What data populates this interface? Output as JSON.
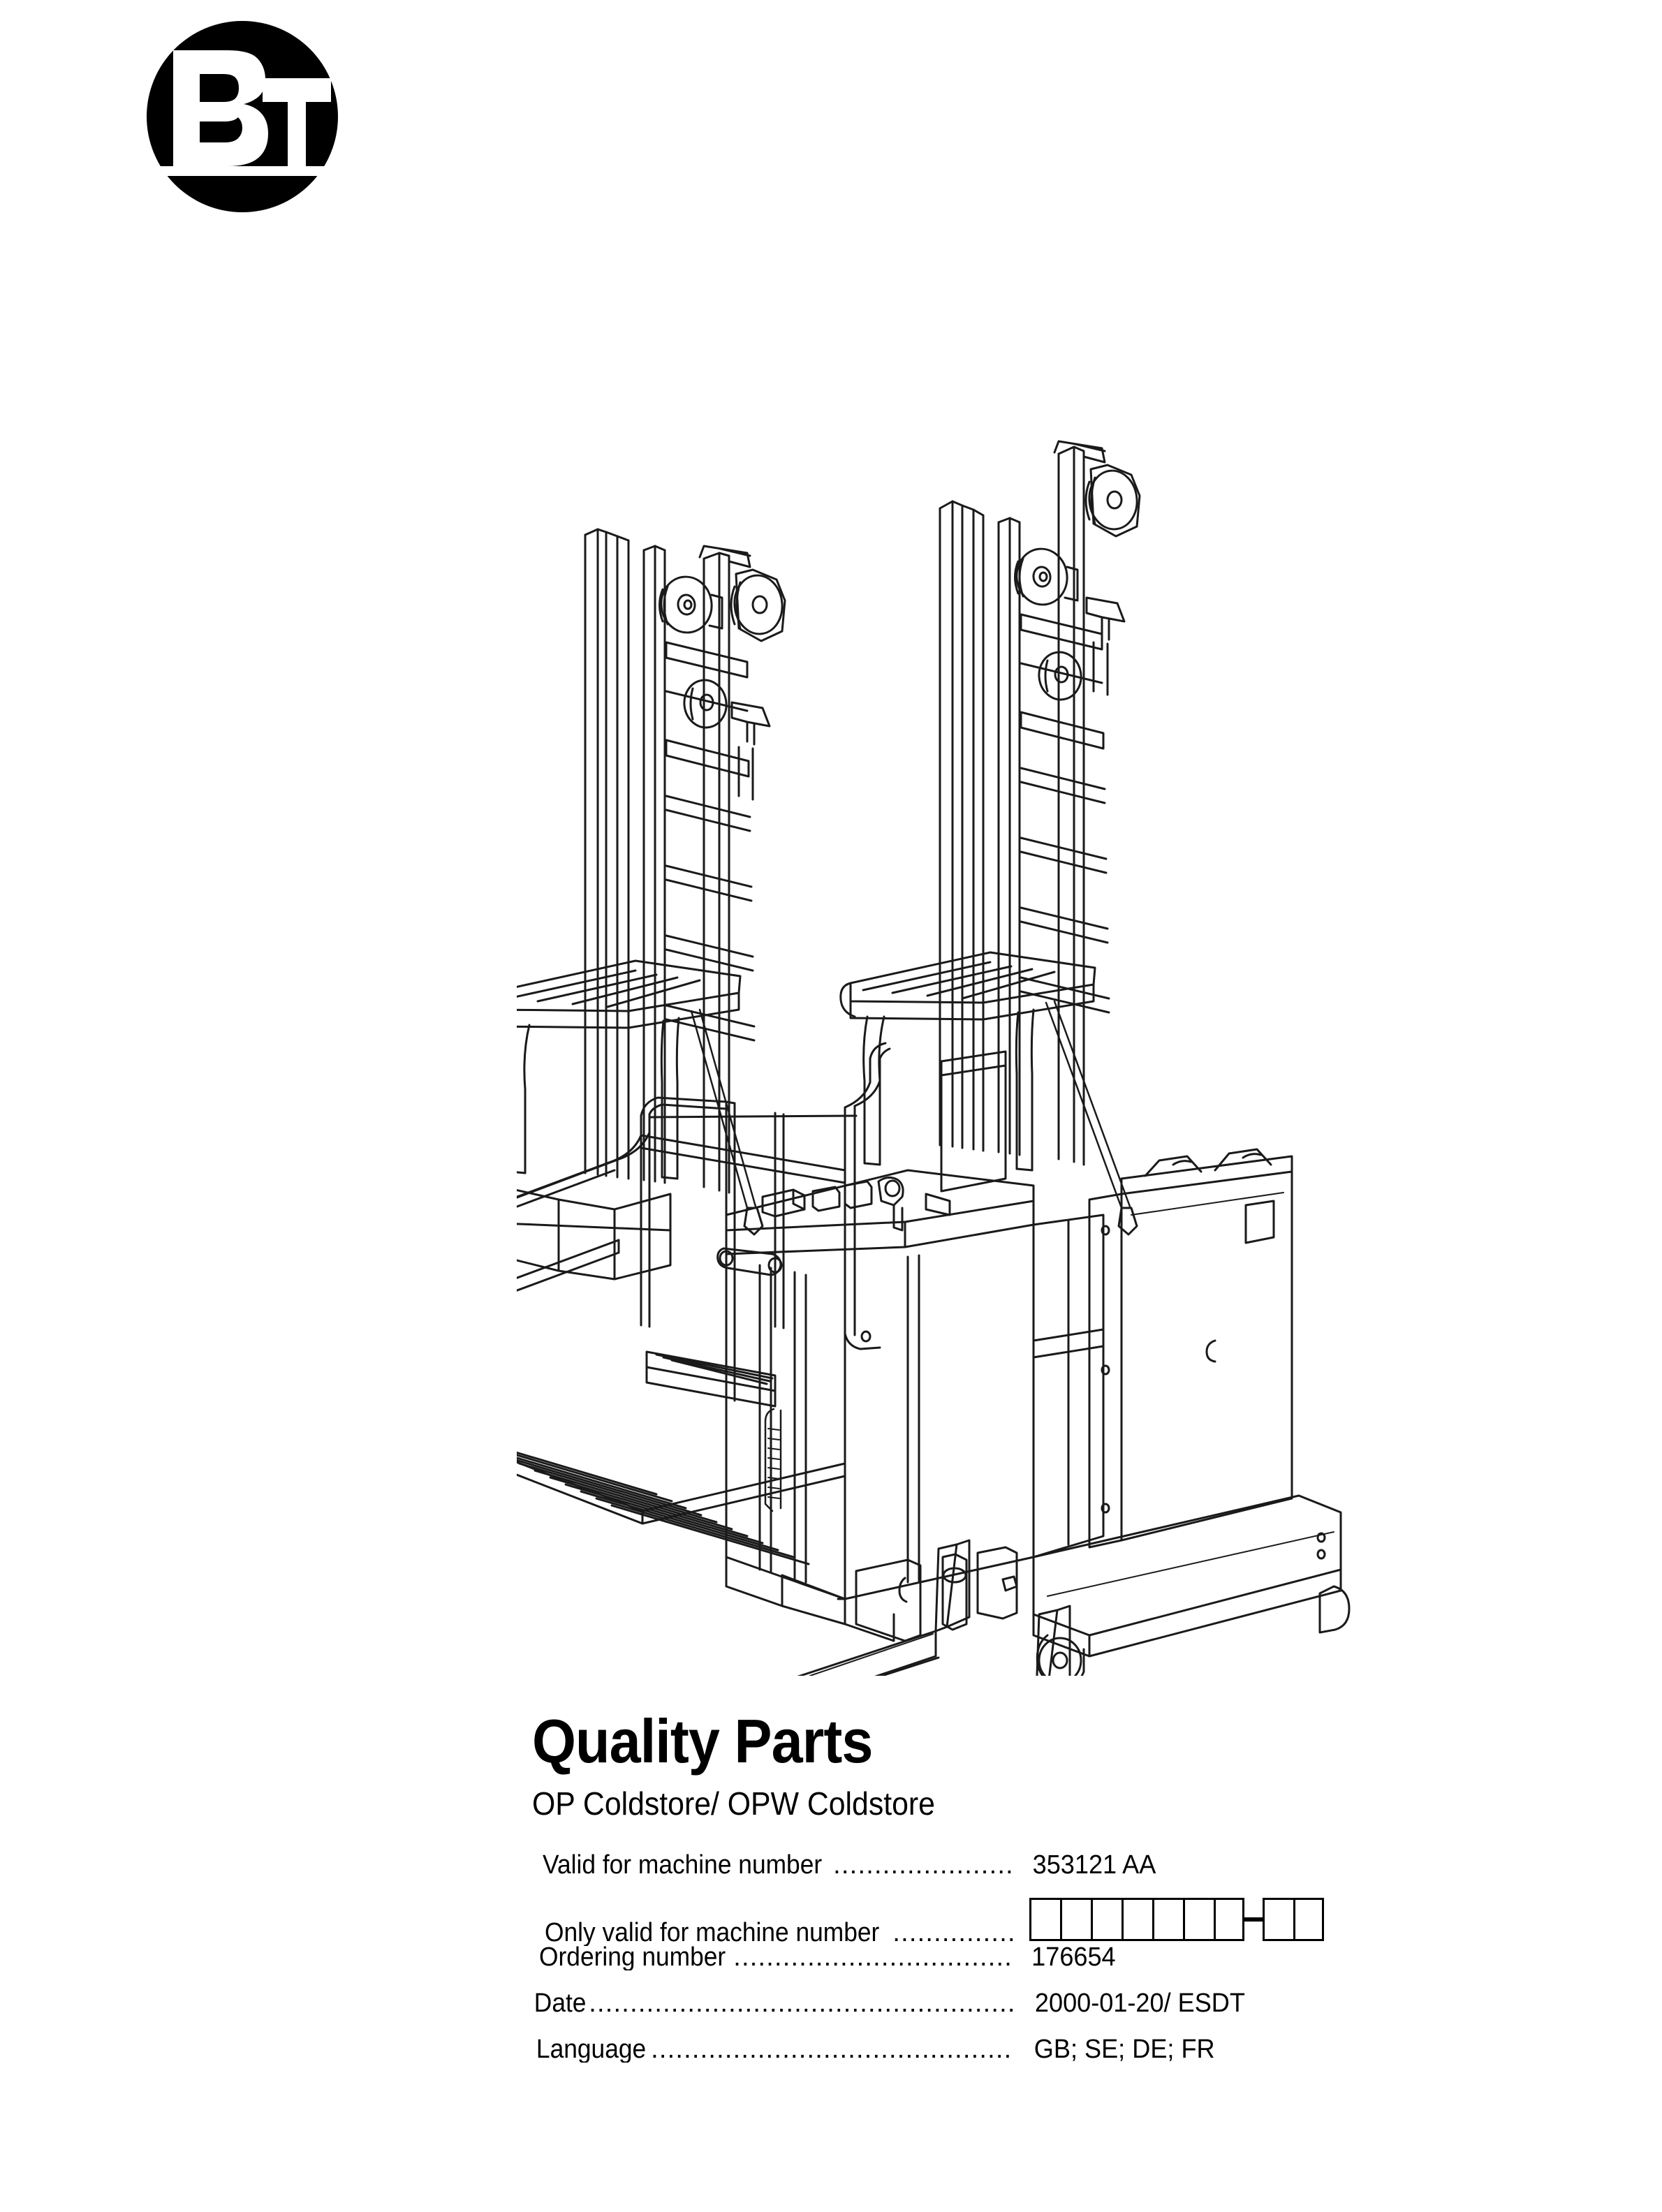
{
  "brand": {
    "logo_name": "bt-logo",
    "logo_letters": "BT",
    "logo_color": "#000000"
  },
  "illustration": {
    "name": "order-picker-forklift-line-drawing",
    "description": "Technical line drawing of two OP/OPW Coldstore order picker trucks with masts, overhead guards, safety cage platform and forks",
    "line_color": "#1a1a1a"
  },
  "title_block": {
    "title": "Quality Parts",
    "subtitle": "OP Coldstore/ OPW Coldstore",
    "rows": [
      {
        "label": "Valid for machine number",
        "leader": "....................................................................",
        "value": "353121 AA",
        "type": "text",
        "name": "valid-for-machine-number"
      },
      {
        "label": "Only valid for machine number",
        "leader": "....................................................................",
        "value": "",
        "type": "boxes",
        "name": "only-valid-for-machine-number",
        "boxes_before_dash": 7,
        "boxes_after_dash": 2
      },
      {
        "label": "Ordering number ",
        "leader": "....................................................................",
        "value": "176654",
        "type": "text",
        "name": "ordering-number"
      },
      {
        "label": "Date",
        "leader": "....................................................................",
        "value": "2000-01-20/ ESDT",
        "type": "text",
        "name": "date"
      },
      {
        "label": "Language",
        "leader": "....................................................................",
        "value": "GB; SE; DE; FR",
        "type": "text",
        "name": "language"
      }
    ]
  }
}
